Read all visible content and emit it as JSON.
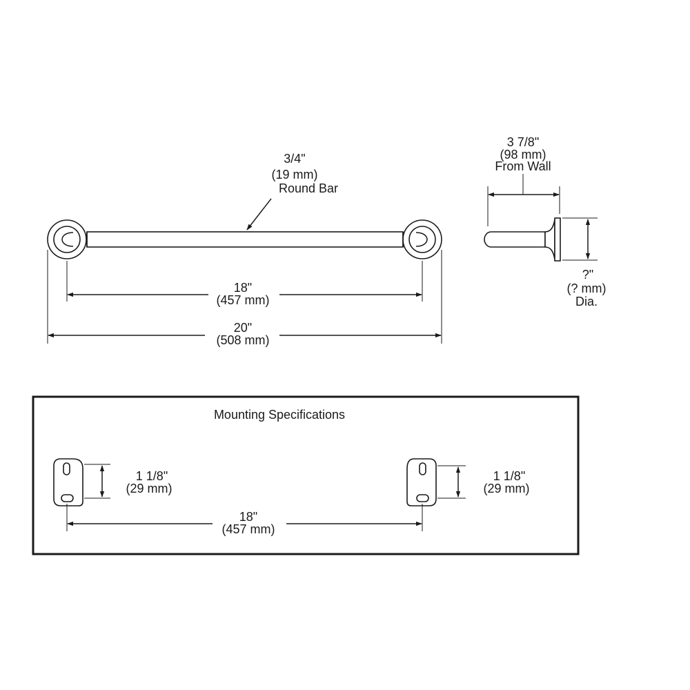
{
  "bar_diameter": {
    "imperial": "3/4\"",
    "metric": "(19 mm)",
    "desc": "Round Bar"
  },
  "projection": {
    "imperial": "3 7/8\"",
    "metric": "(98 mm)",
    "desc": "From Wall"
  },
  "flange_diameter": {
    "imperial": "?\"",
    "metric": "(? mm)",
    "desc": "Dia."
  },
  "bar_length": {
    "imperial": "18\"",
    "metric": "(457 mm)"
  },
  "overall_length": {
    "imperial": "20\"",
    "metric": "(508 mm)"
  },
  "mounting": {
    "title": "Mounting Specifications",
    "left_height": {
      "imperial": "1 1/8\"",
      "metric": "(29 mm)"
    },
    "right_height": {
      "imperial": "1 1/8\"",
      "metric": "(29 mm)"
    },
    "spacing": {
      "imperial": "18\"",
      "metric": "(457 mm)"
    }
  }
}
